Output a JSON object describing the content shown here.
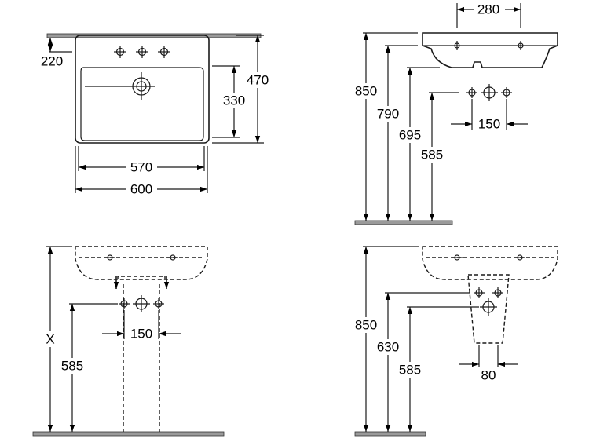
{
  "dimensions": {
    "top_view": {
      "depth_to_taps": "220",
      "bowl_depth": "330",
      "total_depth": "470",
      "inner_width": "570",
      "total_width": "600"
    },
    "side_view": {
      "basin_depth": "280",
      "rim_height": "850",
      "tap_height": "790",
      "waste_height": "695",
      "supply_height": "585",
      "supply_spacing": "150"
    },
    "pedestal_front": {
      "variable_height": "X",
      "supply_height": "585",
      "supply_spacing": "150"
    },
    "semi_pedestal": {
      "rim_height": "850",
      "waste_height": "630",
      "supply_height": "585",
      "supply_spacing": "80"
    }
  }
}
